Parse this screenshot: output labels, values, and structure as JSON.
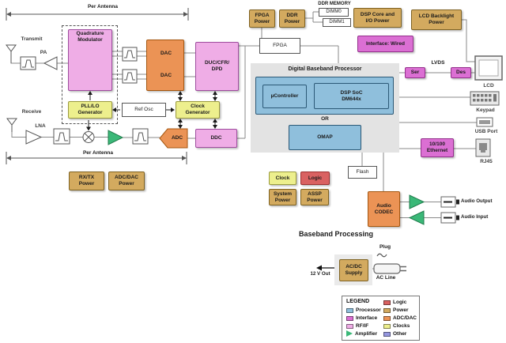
{
  "palette": {
    "processor": "#8FBFDC",
    "interface": "#DB6FD3",
    "rf_if": "#EFADE6",
    "amplifier": "#3BB878",
    "logic": "#D96161",
    "power": "#D3AA5F",
    "adc_dac": "#EB9355",
    "clocks": "#EDEF8D",
    "other": "#9597E0"
  },
  "antenna_section": {
    "per_antenna_top": "Per Antenna",
    "per_antenna_bottom": "Per Antenna",
    "transmit": "Transmit",
    "receive": "Receive",
    "pa": "PA",
    "lna": "LNA",
    "quadrature_modulator": "Quadrature\nModulator",
    "pll_lo": "PLL/LO\nGenerator",
    "ref_osc": "Ref Osc",
    "clock_generator": "Clock\nGenerator",
    "dac1": "DAC",
    "dac2": "DAC",
    "adc": "ADC",
    "duc": "DUC/CFR/\nDPD",
    "ddc": "DDC"
  },
  "power_blocks": {
    "rxtx": "RX/TX\nPower",
    "adcdac": "ADC/DAC\nPower",
    "fpga": "FPGA\nPower",
    "ddr": "DDR\nPower",
    "dsp_core": "DSP Core and\nI/O Power",
    "lcd_backlight": "LCD Backlight\nPower",
    "system": "System\nPower",
    "assp": "ASSP\nPower"
  },
  "memory": {
    "ddr_memory": "DDR MEMORY",
    "dimm0": "DIMM0",
    "dimm1": "DIMM1",
    "fpga": "FPGA",
    "flash": "Flash"
  },
  "processor": {
    "title": "Digital Baseband Processor",
    "ucontroller": "µController",
    "dsp_soc": "DSP SoC\nDM644x",
    "or": "OR",
    "omap": "OMAP"
  },
  "interfaces": {
    "wired": "Interface: Wired",
    "ser": "Ser",
    "lvds": "LVDS",
    "des": "Des",
    "ethernet": "10/100\nEthernet"
  },
  "peripherals": {
    "lcd": "LCD",
    "keypad": "Keypad",
    "usb": "USB Port",
    "rj45": "RJ45",
    "audio_output": "Audio Output",
    "audio_input": "Audio Input"
  },
  "misc": {
    "clock": "Clock",
    "logic": "Logic",
    "audio_codec": "Audio\nCODEC",
    "baseband_processing": "Baseband Processing"
  },
  "power_supply": {
    "acdc": "AC/DC\nSupply",
    "v12": "12 V Out",
    "plug": "Plug",
    "ac_line": "AC Line"
  },
  "legend": {
    "title": "LEGEND",
    "items": [
      {
        "label": "Processor",
        "color": "#8FBFDC"
      },
      {
        "label": "Interface",
        "color": "#DB6FD3"
      },
      {
        "label": "RF/IF",
        "color": "#EFADE6"
      },
      {
        "label": "Amplifier",
        "color": "#3BB878"
      },
      {
        "label": "Logic",
        "color": "#D96161"
      },
      {
        "label": "Power",
        "color": "#D3AA5F"
      },
      {
        "label": "ADC/DAC",
        "color": "#EB9355"
      },
      {
        "label": "Clocks",
        "color": "#EDEF8D"
      },
      {
        "label": "Other",
        "color": "#9597E0"
      }
    ]
  }
}
